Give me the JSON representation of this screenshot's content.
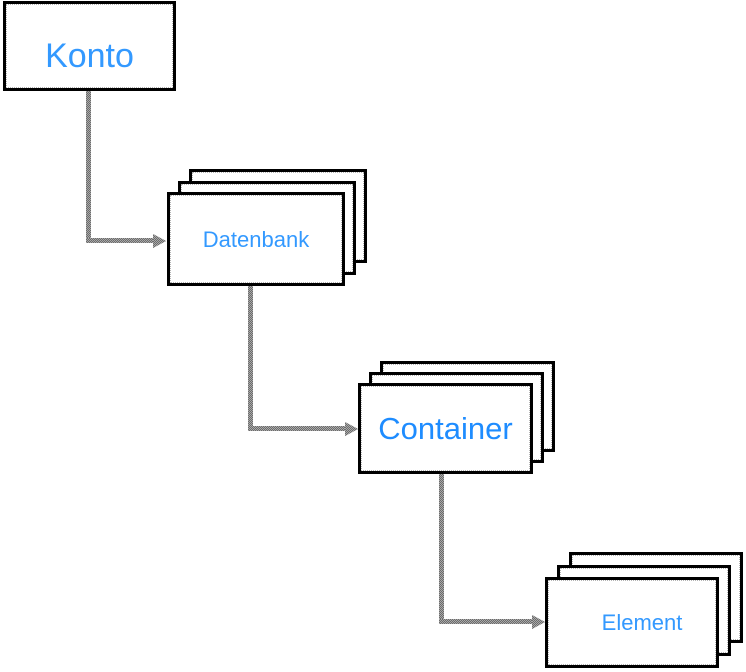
{
  "diagram": {
    "nodes": [
      {
        "id": "konto",
        "label": "Konto",
        "text_color": "#3399FF",
        "stack_count": 1
      },
      {
        "id": "datenbank",
        "label": "Datenbank",
        "text_color": "#3399FF",
        "stack_count": 3
      },
      {
        "id": "container",
        "label": "Container",
        "text_color": "#1E8CFF",
        "stack_count": 3
      },
      {
        "id": "element",
        "label": "Element",
        "text_color": "#3399FF",
        "stack_count": 3
      }
    ],
    "edges": [
      {
        "from": "konto",
        "to": "datenbank"
      },
      {
        "from": "datenbank",
        "to": "container"
      },
      {
        "from": "container",
        "to": "element"
      }
    ],
    "colors": {
      "background": "#FFFFFF",
      "box_fill": "#FFFFFF",
      "box_border": "#000000",
      "box_inner_dotted": "#B4B4B4",
      "connector_gray": "#878787",
      "connector_dither_dark": "#6B6B6B",
      "connector_dither_light": "#A9A9A9"
    }
  }
}
